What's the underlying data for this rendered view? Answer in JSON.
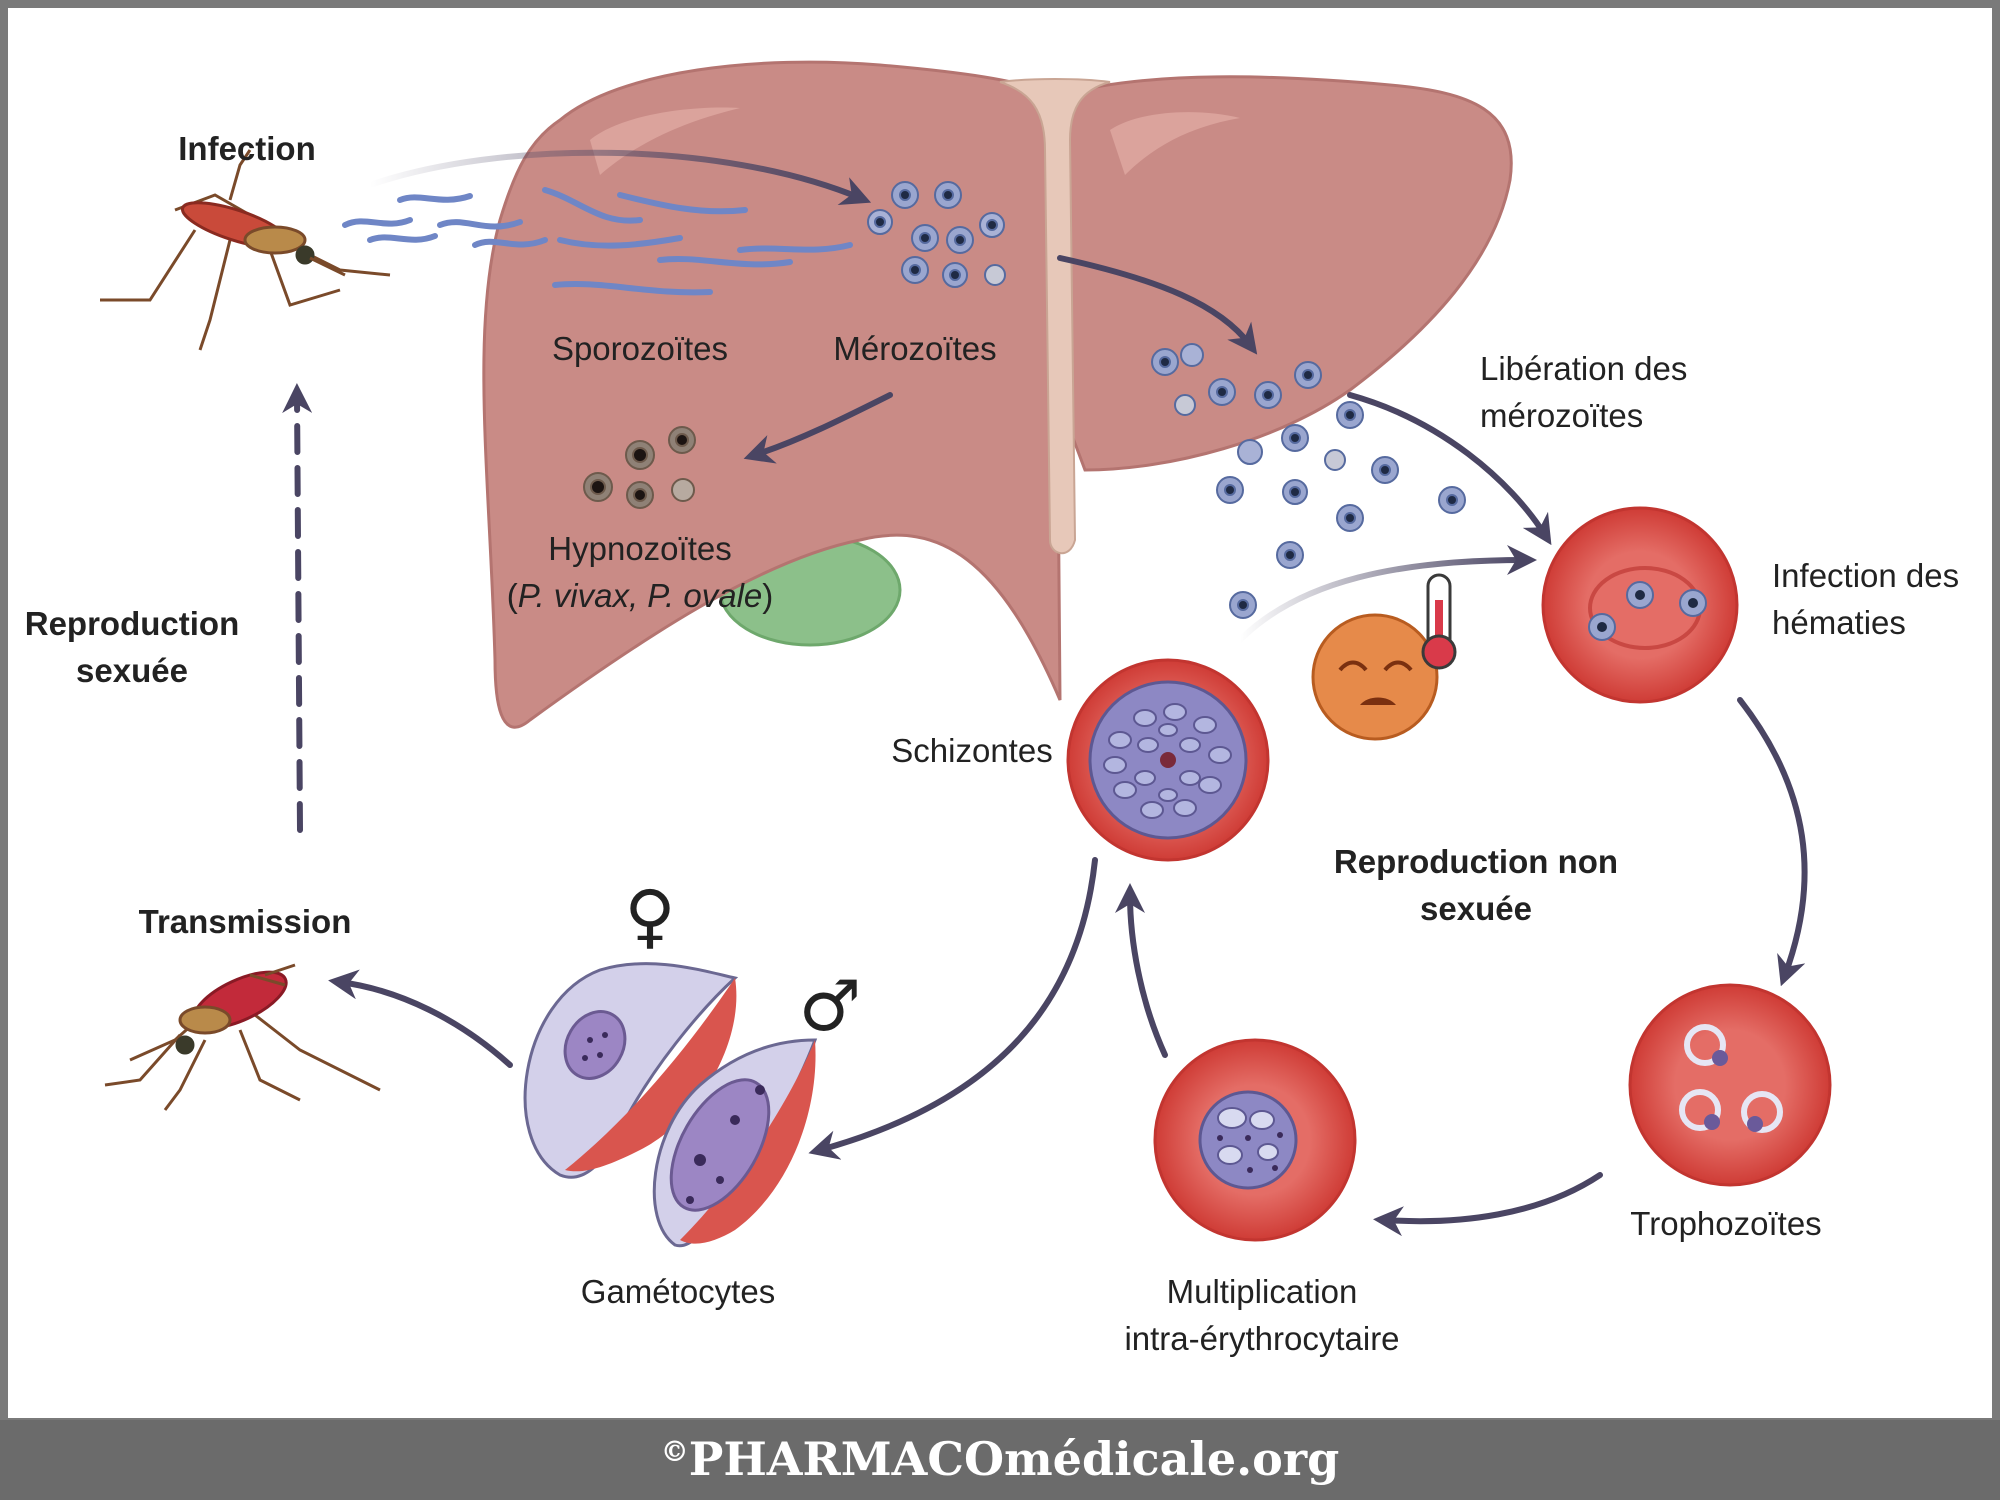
{
  "labels": {
    "infection": "Infection",
    "sporozoites": "Sporozoïtes",
    "merozoites": "Mérozoïtes",
    "hypnozoites": "Hypnozoïtes",
    "hypnozoites_species_open": "(",
    "hypnozoites_species_italic": "P. vivax, P. ovale",
    "hypnozoites_species_close": ")",
    "liberation_line1": "Libération des",
    "liberation_line2": "mérozoïtes",
    "infection_hematies_line1": "Infection des",
    "infection_hematies_line2": "hématies",
    "reproduction_sexuee_line1": "Reproduction",
    "reproduction_sexuee_line2": "sexuée",
    "schizontes": "Schizontes",
    "reproduction_non_sexuee_line1": "Reproduction non",
    "reproduction_non_sexuee_line2": "sexuée",
    "transmission": "Transmission",
    "gametocytes": "Gamétocytes",
    "multiplication_line1": "Multiplication",
    "multiplication_line2": "intra-érythrocytaire",
    "trophozoites": "Trophozoïtes"
  },
  "symbols": {
    "female": "♀",
    "male": "♂"
  },
  "footer": {
    "copyright": "©",
    "site": "PHARMACOmédicale.org"
  },
  "colors": {
    "liver": "#c98b86",
    "liver_light": "#dba39c",
    "red_cell": "#d94a44",
    "red_cell_inner": "#e8716b",
    "parasite": "#9aa6cf",
    "arrow": "#4a4563",
    "footer_bg": "#6b6b6b"
  }
}
